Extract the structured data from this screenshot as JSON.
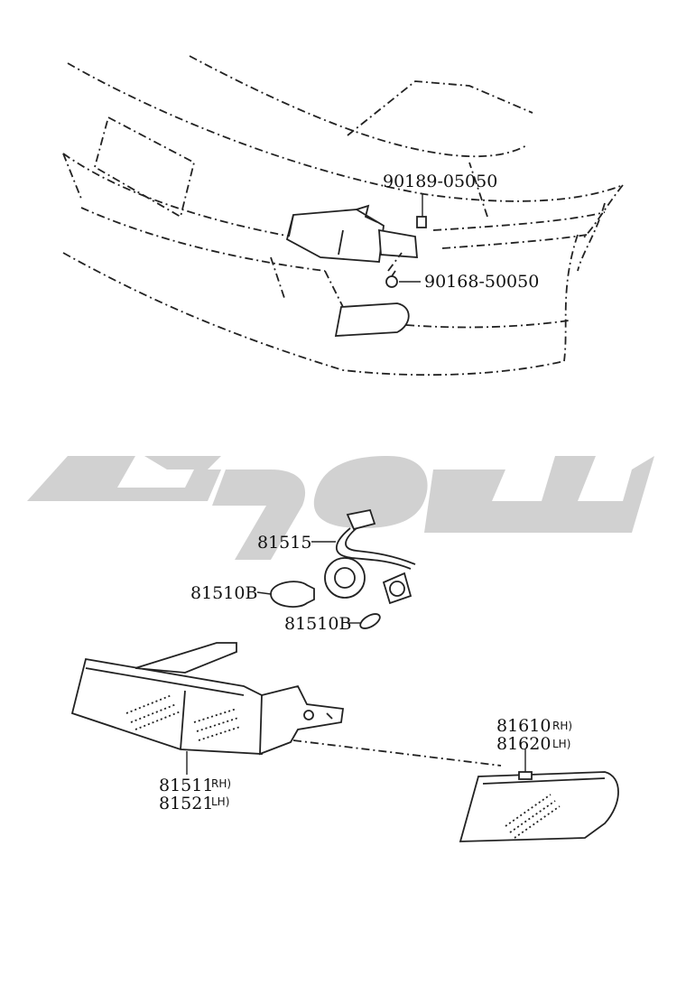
{
  "diagram": {
    "callouts": {
      "bolt": "90189-05050",
      "nut": "90168-50050",
      "socket_wire": "81515",
      "bulb_large": "81510B",
      "bulb_small": "81510B",
      "lamp_rh": "81511",
      "lamp_lh": "81521",
      "lamp_rh_side": "RH)",
      "lamp_lh_side": "LH)",
      "side_marker_rh": "81610",
      "side_marker_lh": "81620",
      "side_marker_rh_side": "RH)",
      "side_marker_lh_side": "LH)"
    },
    "watermark": {
      "color": "#c9c9c9"
    }
  }
}
